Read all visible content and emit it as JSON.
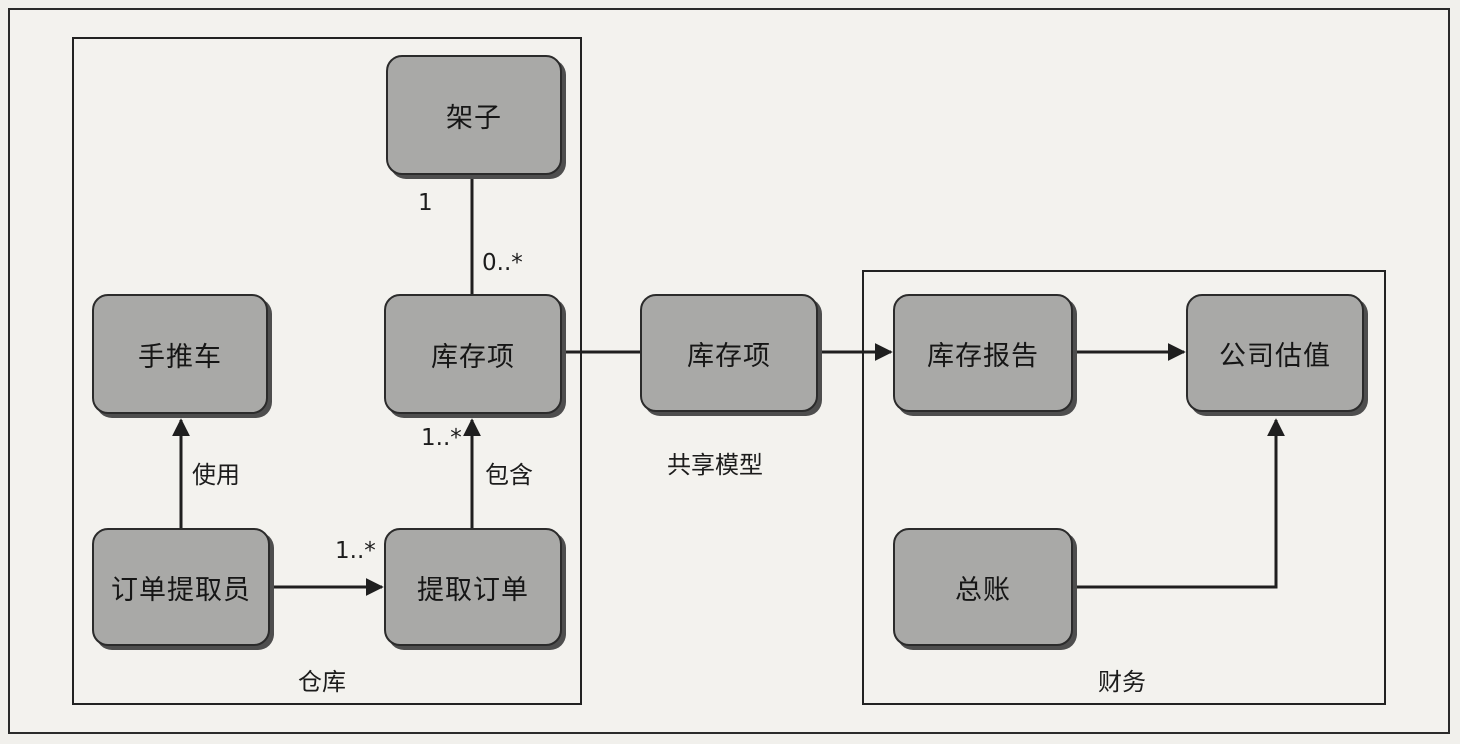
{
  "diagram": {
    "groups": {
      "warehouse": "仓库",
      "finance": "财务"
    },
    "nodes": {
      "shelf": "架子",
      "cart": "手推车",
      "inventory_item_warehouse": "库存项",
      "order_picker": "订单提取员",
      "pick_order": "提取订单",
      "inventory_item_shared": "库存项",
      "inventory_report": "库存报告",
      "company_valuation": "公司估值",
      "general_ledger": "总账"
    },
    "edge_labels": {
      "uses": "使用",
      "contains": "包含",
      "shared_model": "共享模型"
    },
    "multiplicities": {
      "shelf_end": "1",
      "item_end_shelf": "0..*",
      "item_end_order": "1..*",
      "order_end_picker": "1..*"
    }
  }
}
